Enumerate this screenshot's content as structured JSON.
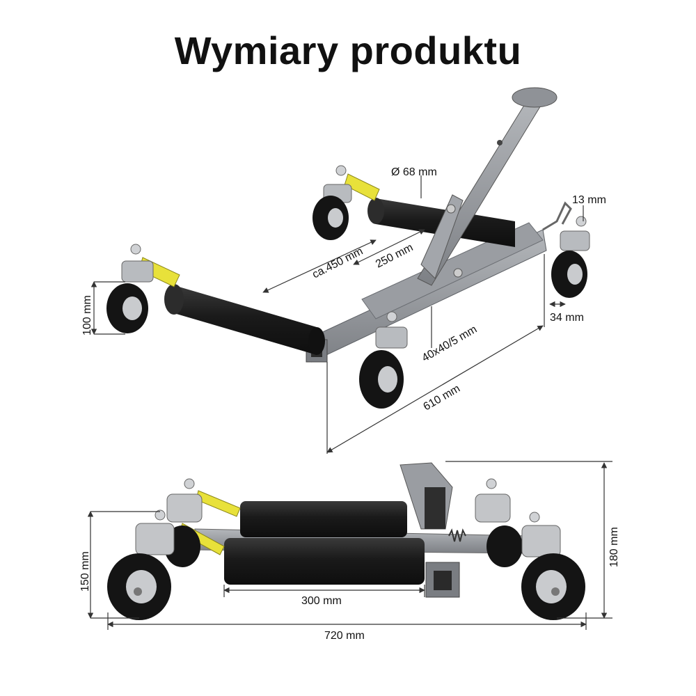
{
  "title": "Wymiary produktu",
  "dimensions": {
    "diameter": "Ø 68 mm",
    "clamp_gap": "13 mm",
    "total_width_approx": "ca.450 mm",
    "roller_span": "250 mm",
    "wheel_height": "100 mm",
    "caster_offset": "34 mm",
    "tube_profile": "40x40/5 mm",
    "length": "610 mm",
    "height_low": "150 mm",
    "height_total": "180 mm",
    "roller_length": "300 mm",
    "width": "720 mm"
  },
  "colors": {
    "frame": "#8e9196",
    "roller": "#1c1c1c",
    "tyre": "#141414",
    "hub": "#c9cbce",
    "label": "#e8e13a",
    "dimension_line": "#333333"
  }
}
